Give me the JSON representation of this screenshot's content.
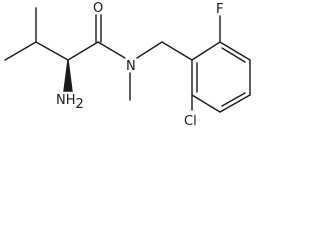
{
  "molecule": {
    "labels": {
      "oxygen": "O",
      "nitrogen": "N",
      "amine": "NH",
      "amine_subscript": "2",
      "fluorine": "F",
      "chlorine": "Cl"
    }
  }
}
